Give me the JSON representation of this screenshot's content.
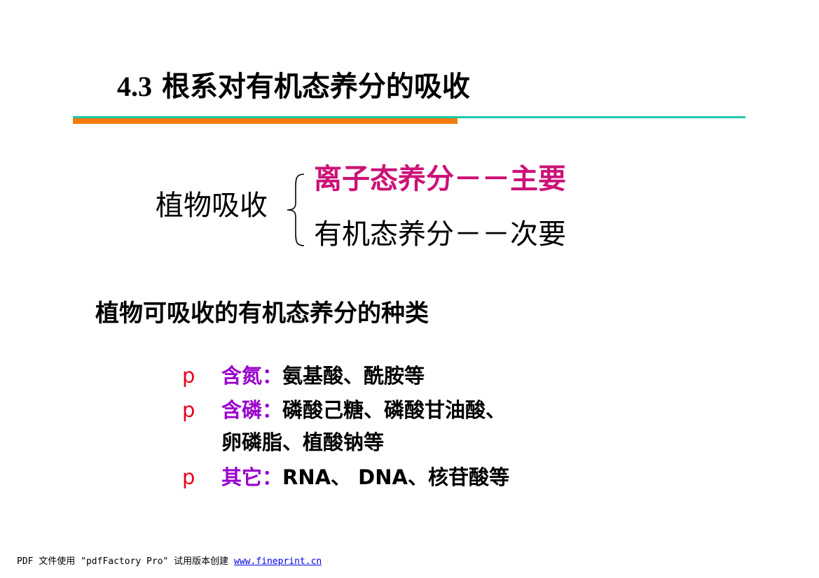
{
  "title": {
    "number": "4.3",
    "text": "根系对有机态养分的吸收"
  },
  "colors": {
    "teal_rule": "#19c8a8",
    "orange_rule": "#f47a10",
    "magenta": "#cc1177",
    "purple": "#9900cc",
    "bullet_red": "#e8001c",
    "link_blue": "#0000ee"
  },
  "classification": {
    "label": "植物吸收",
    "branches": [
      {
        "text": "离子态养分－－主要",
        "highlight": true
      },
      {
        "text": "有机态养分－－次要",
        "highlight": false
      }
    ]
  },
  "section_heading": "植物可吸收的有机态养分的种类",
  "bullet_marker": "p",
  "bullets": [
    {
      "label": "含氮：",
      "text": "氨基酸、酰胺等"
    },
    {
      "label": "含磷：",
      "text": "磷酸己糖、磷酸甘油酸、"
    },
    {
      "label": "",
      "text": "卵磷脂、植酸钠等"
    },
    {
      "label": "其它：",
      "text": "RNA、 DNA、核苷酸等"
    }
  ],
  "footer": {
    "text": "PDF 文件使用 \"pdfFactory Pro\" 试用版本创建 ",
    "link_text": "www.fineprint.cn"
  }
}
